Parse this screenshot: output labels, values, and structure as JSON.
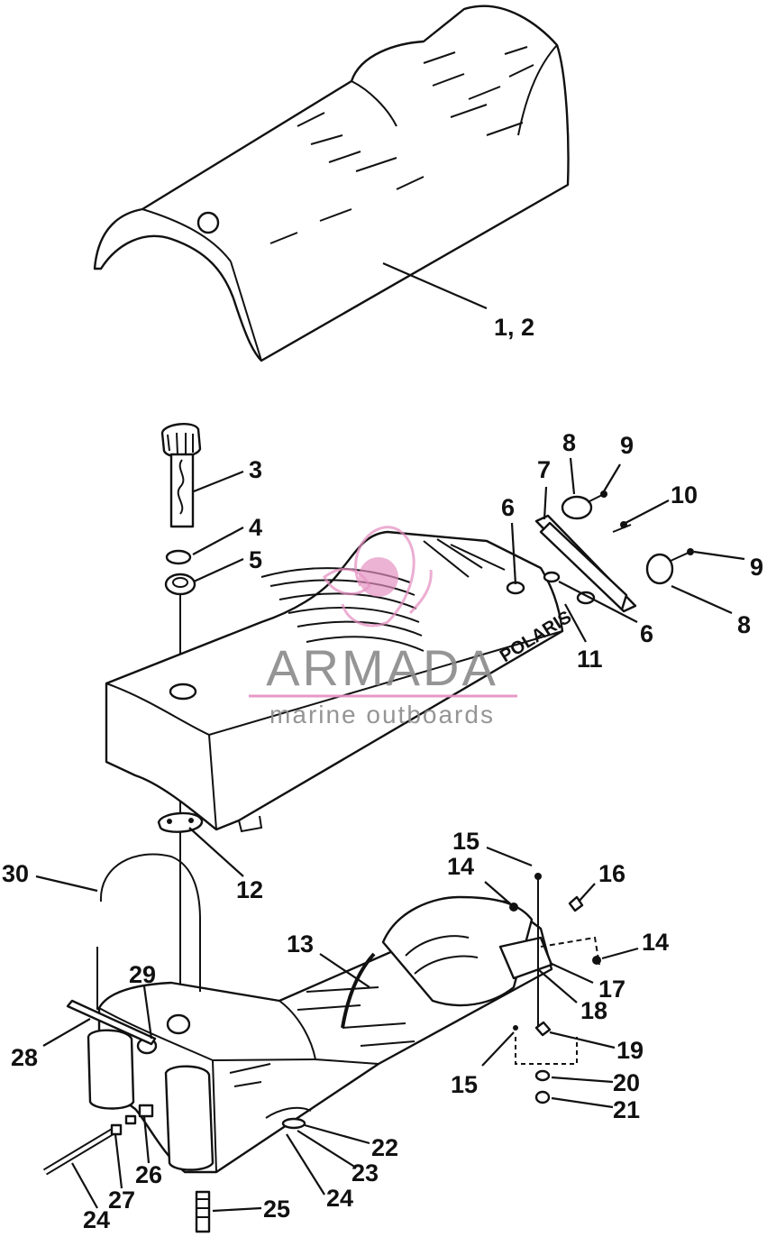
{
  "diagram": {
    "callouts": [
      {
        "id": "c-1-2",
        "text": "1, 2"
      },
      {
        "id": "c-3",
        "text": "3"
      },
      {
        "id": "c-4",
        "text": "4"
      },
      {
        "id": "c-5",
        "text": "5"
      },
      {
        "id": "c-6a",
        "text": "6"
      },
      {
        "id": "c-6b",
        "text": "6"
      },
      {
        "id": "c-7",
        "text": "7"
      },
      {
        "id": "c-8a",
        "text": "8"
      },
      {
        "id": "c-8b",
        "text": "8"
      },
      {
        "id": "c-9a",
        "text": "9"
      },
      {
        "id": "c-9b",
        "text": "9"
      },
      {
        "id": "c-10",
        "text": "10"
      },
      {
        "id": "c-11",
        "text": "11"
      },
      {
        "id": "c-12",
        "text": "12"
      },
      {
        "id": "c-13",
        "text": "13"
      },
      {
        "id": "c-14a",
        "text": "14"
      },
      {
        "id": "c-14b",
        "text": "14"
      },
      {
        "id": "c-15a",
        "text": "15"
      },
      {
        "id": "c-15b",
        "text": "15"
      },
      {
        "id": "c-16",
        "text": "16"
      },
      {
        "id": "c-17",
        "text": "17"
      },
      {
        "id": "c-18",
        "text": "18"
      },
      {
        "id": "c-19",
        "text": "19"
      },
      {
        "id": "c-20",
        "text": "20"
      },
      {
        "id": "c-21",
        "text": "21"
      },
      {
        "id": "c-22",
        "text": "22"
      },
      {
        "id": "c-23",
        "text": "23"
      },
      {
        "id": "c-24a",
        "text": "24"
      },
      {
        "id": "c-24b",
        "text": "24"
      },
      {
        "id": "c-25",
        "text": "25"
      },
      {
        "id": "c-26",
        "text": "26"
      },
      {
        "id": "c-27",
        "text": "27"
      },
      {
        "id": "c-28",
        "text": "28"
      },
      {
        "id": "c-29",
        "text": "29"
      },
      {
        "id": "c-30",
        "text": "30"
      }
    ],
    "decal_text": "POLARIS"
  },
  "watermark": {
    "brand": "ARMADA",
    "tagline": "marine outboards",
    "accent_color": "#e58fc0"
  }
}
